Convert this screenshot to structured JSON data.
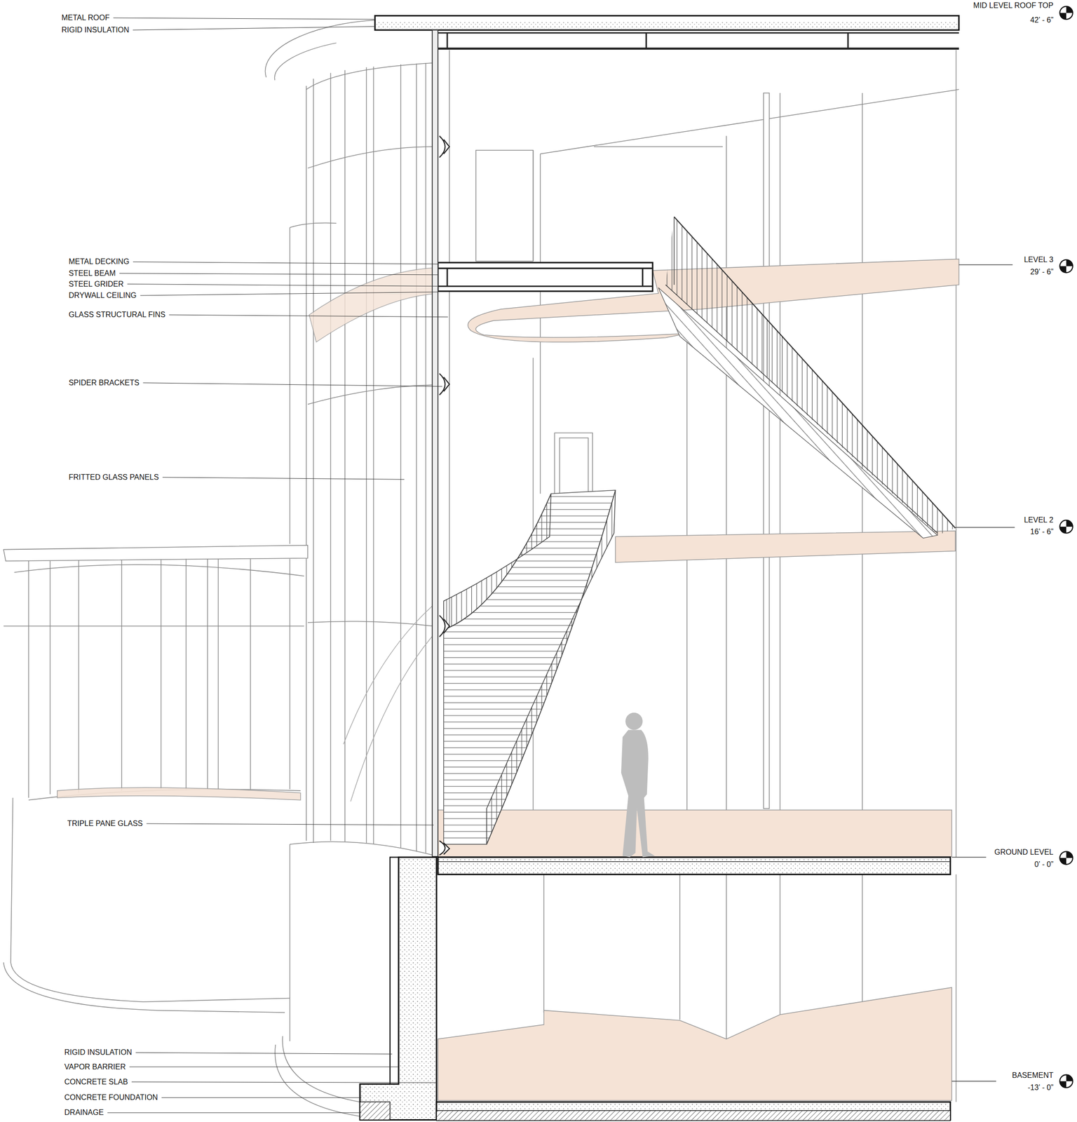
{
  "diagram": {
    "labels": [
      "METAL ROOF",
      "RIGID INSULATION",
      "MID LEVEL ROOF TOP",
      "42’ - 6”",
      "METAL DECKING",
      "STEEL BEAM",
      "STEEL GRIDER",
      "DRYWALL CEILING",
      "LEVEL 3",
      "29’ - 6”",
      "GLASS STRUCTURAL FINS",
      "SPIDER BRACKETS",
      "FRITTED GLASS PANELS",
      "LEVEL 2",
      "16’ - 6”",
      "TRIPLE PANE GLASS",
      "GROUND LEVEL",
      "0’ - 0”",
      "RIGID INSULATION",
      "VAPOR BARRIER",
      "CONCRETE SLAB",
      "CONCRETE FOUNDATION",
      "BASEMENT",
      "-13’ - 0”",
      "DRAINAGE"
    ]
  }
}
